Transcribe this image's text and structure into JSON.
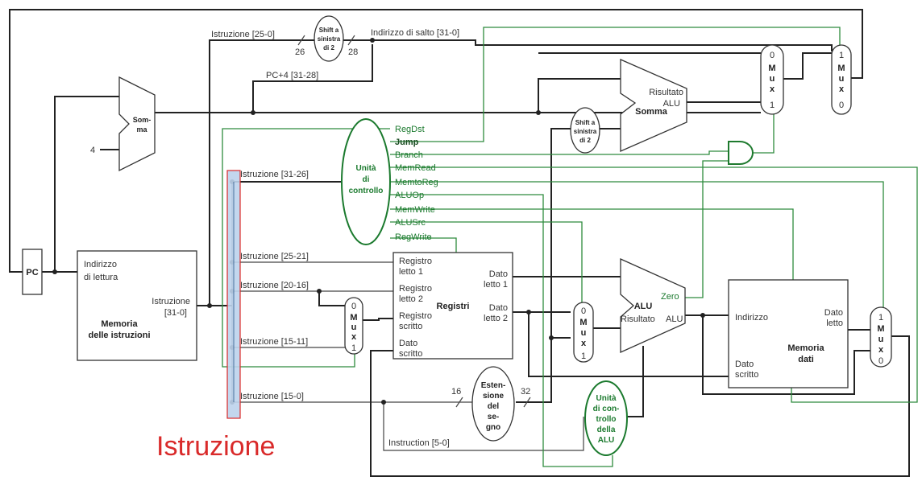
{
  "units": {
    "pc": "PC",
    "instr_mem": [
      "Memoria",
      "delle istruzioni"
    ],
    "instr_mem_in": [
      "Indirizzo",
      "di lettura"
    ],
    "instr_mem_out": [
      "Istruzione",
      "[31-0]"
    ],
    "adder_pc": [
      "Som-",
      "ma"
    ],
    "const_four": "4",
    "shift_jump": [
      "Shift a",
      "sinistra",
      "di 2"
    ],
    "shift_branch": [
      "Shift a",
      "sinistra",
      "di 2"
    ],
    "adder_branch": "Somma",
    "adder_branch_out": [
      "Risultato",
      "ALU"
    ],
    "control": [
      "Unità",
      "di",
      "controllo"
    ],
    "registers": "Registri",
    "reg_inputs": [
      "Registro",
      "letto 1",
      "Registro",
      "letto 2",
      "Registro",
      "scritto",
      "Dato",
      "scritto"
    ],
    "reg_outputs": [
      "Dato",
      "letto 1",
      "Dato",
      "letto 2"
    ],
    "sign_ext": [
      "Esten-",
      "sione",
      "del",
      "se-",
      "gno"
    ],
    "alu": "ALU",
    "alu_zero": "Zero",
    "alu_result": [
      "Risultato",
      "ALU"
    ],
    "alu_control": [
      "Unità",
      "di con-",
      "trollo",
      "della",
      "ALU"
    ],
    "data_mem": [
      "Memoria",
      "dati"
    ],
    "data_mem_in": [
      "Indirizzo",
      "Dato",
      "scritto"
    ],
    "data_mem_out": [
      "Dato",
      "letto"
    ],
    "mux_letters": [
      "M",
      "u",
      "x"
    ]
  },
  "signals": {
    "instr_25_0": "Istruzione [25-0]",
    "jump_addr": "Indirizzo di salto [31-0]",
    "pc4_31_28": "PC+4 [31-28]",
    "instr_31_26": "Istruzione [31-26]",
    "instr_25_21": "Istruzione [25-21]",
    "instr_20_16": "Istruzione [20-16]",
    "instr_15_11": "Istruzione [15-11]",
    "instr_15_0": "Istruzione [15-0]",
    "instr_5_0": "Instruction [5-0]",
    "width_26": "26",
    "width_28": "28",
    "width_16": "16",
    "width_32": "32"
  },
  "control_signals": [
    "RegDst",
    "Jump",
    "Branch",
    "MemRead",
    "MemtoReg",
    "ALUOp",
    "MemWrite",
    "ALUSrc",
    "RegWrite"
  ],
  "mux_inputs": {
    "zero": "0",
    "one": "1"
  },
  "highlight": {
    "caption": "Istruzione",
    "caption_color": "#d92a2a",
    "bar_color": "#bcd3ec"
  }
}
